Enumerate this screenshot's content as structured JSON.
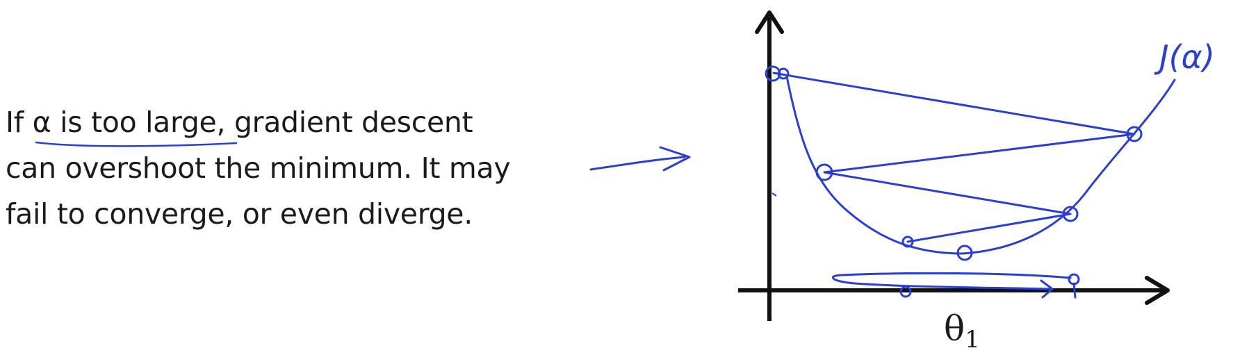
{
  "slide": {
    "text_lines": [
      "If α is too large, gradient descent",
      "can overshoot the minimum. It may",
      "fail to converge, or even diverge."
    ],
    "underlined_phrase": "α is too large"
  },
  "diagram": {
    "x_axis_label": "θ",
    "x_axis_subscript": "1",
    "curve_label": "J(α)"
  },
  "colors": {
    "text": "#1b1b1b",
    "axis": "#111111",
    "ink": "#2a3fd0"
  }
}
